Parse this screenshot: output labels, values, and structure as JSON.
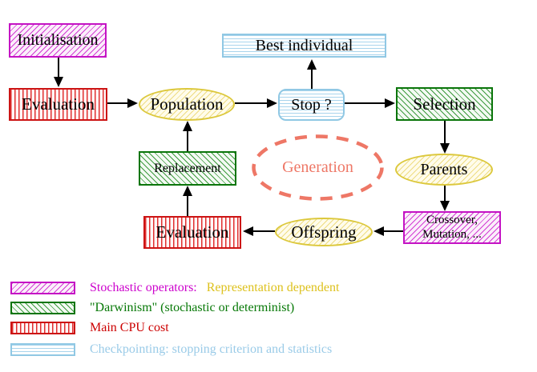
{
  "diagram": {
    "nodes": {
      "initialisation": {
        "label": "Initialisation"
      },
      "evaluation_top": {
        "label": "Evaluation"
      },
      "population": {
        "label": "Population"
      },
      "best_individual": {
        "label": "Best individual"
      },
      "stop": {
        "label": "Stop ?"
      },
      "selection": {
        "label": "Selection"
      },
      "replacement": {
        "label": "Replacement"
      },
      "generation": {
        "label": "Generation"
      },
      "parents": {
        "label": "Parents"
      },
      "evaluation_bottom": {
        "label": "Evaluation"
      },
      "offspring": {
        "label": "Offspring"
      },
      "crossover_mutation": {
        "line1": "Crossover,",
        "line2": "Mutation, ..."
      }
    },
    "legend": {
      "items": [
        {
          "pattern": "magenta-diagonal-hatch",
          "label": "Stochastic operators:",
          "label2": "Representation dependent"
        },
        {
          "pattern": "green-diagonal-hatch",
          "label": "\"Darwinism\" (stochastic or determinist)",
          "label2": ""
        },
        {
          "pattern": "red-vertical-stripes",
          "label": "Main CPU cost",
          "label2": ""
        },
        {
          "pattern": "cyan-horizontal-lines",
          "label": "Checkpointing: stopping criterion and statistics",
          "label2": ""
        }
      ]
    },
    "palette": {
      "magenta": "#cc00cc",
      "gold": "#ddc11c",
      "green": "#067806",
      "red": "#cc0000",
      "light_blue": "#9acbe8",
      "yellow_border": "#dcc83c",
      "salmon": "#ee7766",
      "arrow": "#000000"
    }
  }
}
